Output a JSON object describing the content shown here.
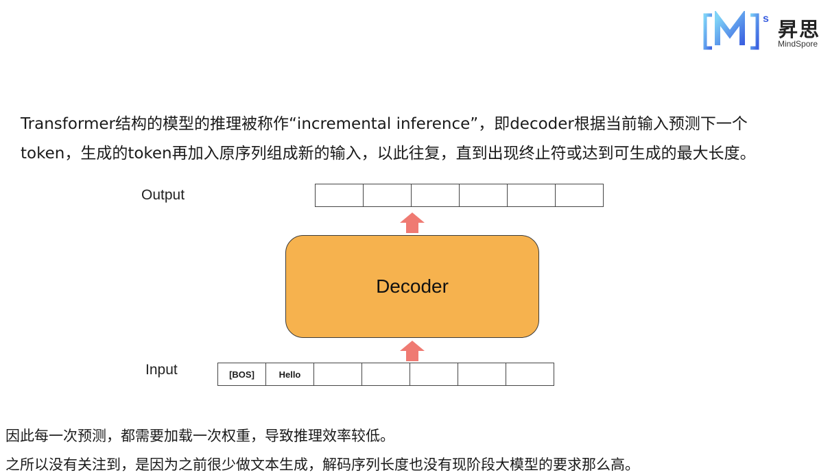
{
  "logo": {
    "bracket_text": "[M]",
    "superscript": "s",
    "name_cn": "昇思",
    "name_en": "MindSpore",
    "colors": {
      "gradient_start": "#7fd3f7",
      "gradient_end": "#3a5fe0",
      "bracket": "#3fa9f5"
    }
  },
  "intro": {
    "text": "Transformer结构的模型的推理被称作“incremental inference”，即decoder根据当前输入预测下一个token，生成的token再加入原序列组成新的输入，以此往复，直到出现终止符或达到可生成的最大长度。"
  },
  "diagram": {
    "output_label": "Output",
    "input_label": "Input",
    "decoder_label": "Decoder",
    "output_tokens": [
      "",
      "",
      "",
      "",
      "",
      ""
    ],
    "input_tokens": [
      "[BOS]",
      "Hello",
      "",
      "",
      "",
      "",
      ""
    ],
    "colors": {
      "decoder_fill": "#f6b24e",
      "arrow_fill": "#ef7a72"
    },
    "arrow_icon": "up-arrow-icon"
  },
  "notes": [
    "因此每一次预测，都需要加载一次权重，导致推理效率较低。",
    "之所以没有关注到，是因为之前很少做文本生成，解码序列长度也没有现阶段大模型的要求那么高。"
  ]
}
